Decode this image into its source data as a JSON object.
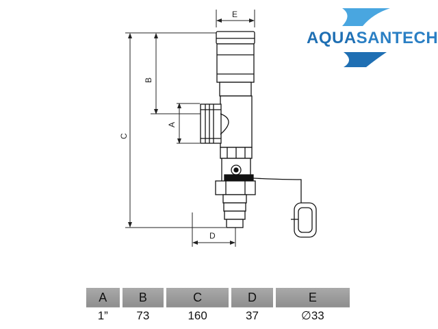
{
  "brand": {
    "name_part1": "AQUA",
    "name_part2": "SANTECH",
    "colors": {
      "primary": "#1f6fb3",
      "light": "#49a6e0"
    }
  },
  "drawing": {
    "dimension_letters": [
      "E",
      "B",
      "A",
      "C",
      "D"
    ]
  },
  "table": {
    "headers": [
      "A",
      "B",
      "C",
      "D",
      "E"
    ],
    "values": [
      "1”",
      "73",
      "160",
      "37",
      "∅33"
    ]
  }
}
